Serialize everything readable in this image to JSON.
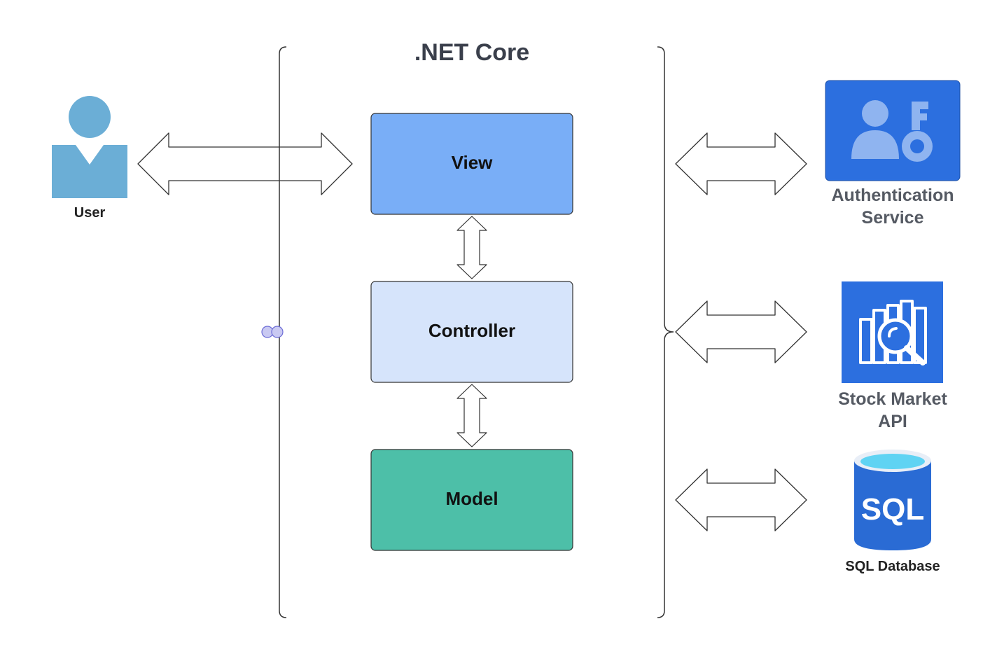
{
  "title": ".NET Core",
  "user": {
    "label": "User"
  },
  "mvc": {
    "view": "View",
    "controller": "Controller",
    "model": "Model"
  },
  "services": [
    {
      "id": "auth",
      "line1": "Authentication",
      "line2": "Service"
    },
    {
      "id": "stock",
      "line1": "Stock Market",
      "line2": "API"
    },
    {
      "id": "sql",
      "line1": "SQL Database",
      "icon_text": "SQL"
    }
  ],
  "colors": {
    "view_fill": "#79aef7",
    "controller_fill": "#d6e4fb",
    "model_fill": "#4dbfa8",
    "user_icon": "#6baed6",
    "azure_blue": "#2c6fdf",
    "title_text": "#3a3f4b",
    "service_text": "#555a63"
  }
}
